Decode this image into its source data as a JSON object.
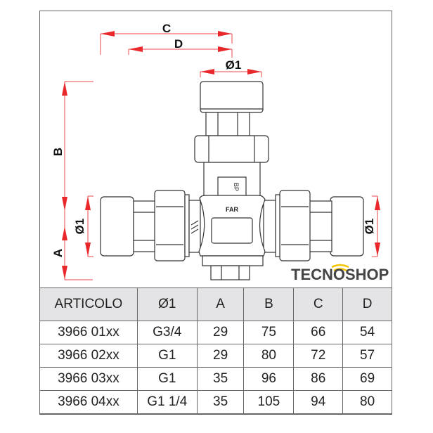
{
  "dimensions": {
    "c": "C",
    "d": "D",
    "phi_top": "Ø1",
    "b": "B",
    "a": "A",
    "phi_left": "Ø1",
    "phi_right": "Ø1"
  },
  "drawing": {
    "brand_mark": "FAR",
    "tab_text": "BP"
  },
  "table": {
    "headers": [
      "ARTICOLO",
      "Ø1",
      "A",
      "B",
      "C",
      "D"
    ],
    "rows": [
      [
        "3966 01xx",
        "G3/4",
        "29",
        "75",
        "66",
        "54"
      ],
      [
        "3966 02xx",
        "G1",
        "29",
        "80",
        "72",
        "57"
      ],
      [
        "3966 03xx",
        "G1",
        "35",
        "96",
        "86",
        "69"
      ],
      [
        "3966 04xx",
        "G1 1/4",
        "35",
        "105",
        "94",
        "80"
      ]
    ]
  },
  "watermark": {
    "text": "TECNOSHOP",
    "accent": "#f5c400"
  },
  "colors": {
    "dimension": "#e8282b",
    "line": "#333333",
    "header_bg": "#e4e4e6"
  }
}
